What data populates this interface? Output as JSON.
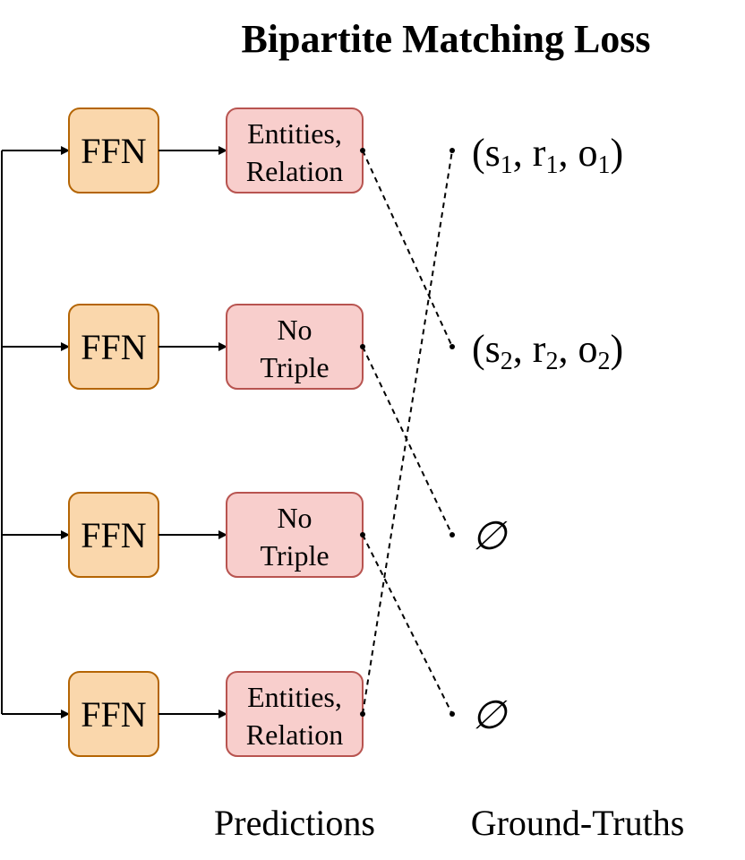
{
  "title": "Bipartite Matching Loss",
  "ffn_label": "FFN",
  "predictions": [
    {
      "line1": "Entities,",
      "line2": "Relation",
      "match": 1
    },
    {
      "line1": "No",
      "line2": "Triple",
      "match": 2
    },
    {
      "line1": "No",
      "line2": "Triple",
      "match": 3
    },
    {
      "line1": "Entities,",
      "line2": "Relation",
      "match": 0
    }
  ],
  "ground_truths": [
    {
      "kind": "triple",
      "s": "s",
      "r": "r",
      "o": "o",
      "index": "1"
    },
    {
      "kind": "triple",
      "s": "s",
      "r": "r",
      "o": "o",
      "index": "2"
    },
    {
      "kind": "empty",
      "symbol": "∅"
    },
    {
      "kind": "empty",
      "symbol": "∅"
    }
  ],
  "captions": {
    "predictions": "Predictions",
    "ground_truths": "Ground-Truths"
  },
  "colors": {
    "ffn_fill": "#fad7ac",
    "ffn_stroke": "#b46504",
    "pred_fill": "#f8cecc",
    "pred_stroke": "#b85450"
  }
}
